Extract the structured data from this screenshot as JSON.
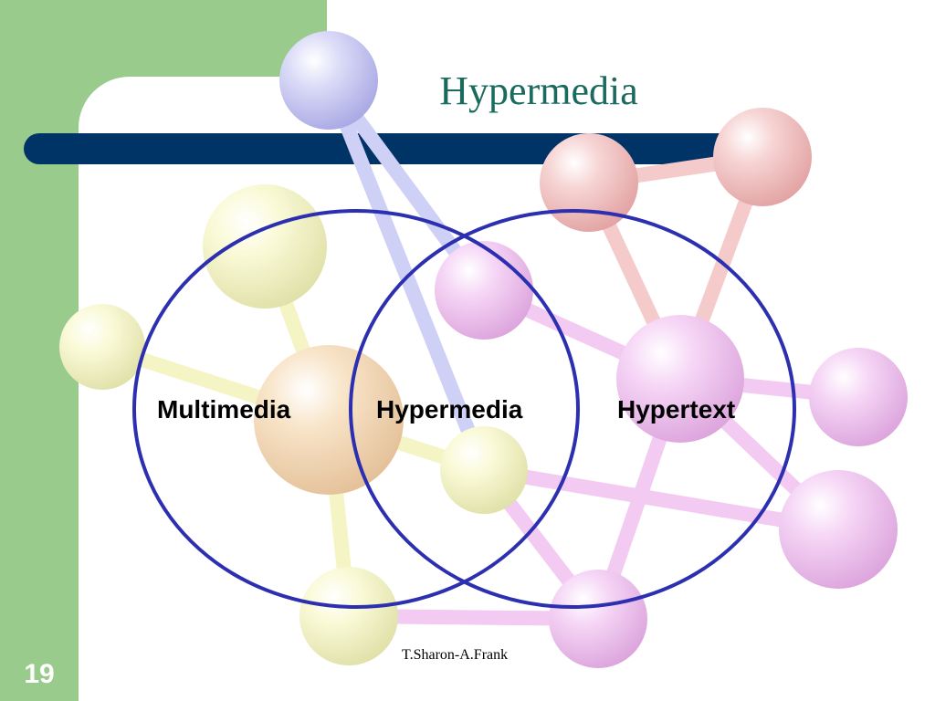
{
  "slide": {
    "title": "Hypermedia",
    "slide_number": "19",
    "footer": "T.Sharon-A.Frank"
  },
  "venn": {
    "left_label": "Multimedia",
    "overlap_label": "Hypermedia",
    "right_label": "Hypertext",
    "circle_color": "#2b2fb0"
  },
  "colors": {
    "side_bar": "#98cb8c",
    "title_rule": "#003366",
    "title_text": "#1a6b5d",
    "molecule_blue": "#c8c8f4",
    "molecule_red": "#f4c2c2",
    "molecule_pink": "#f2c4f2",
    "molecule_yellow": "#f8f8c8",
    "molecule_orange": "#f6dcb8"
  }
}
